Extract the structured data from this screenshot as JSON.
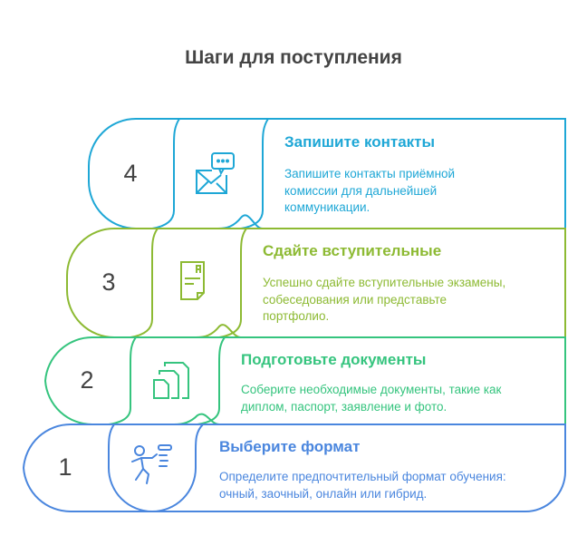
{
  "title": "Шаги для поступления",
  "steps": [
    {
      "number": "4",
      "title": "Запишите контакты",
      "desc_lines": [
        "Запишите контакты приёмной",
        "комиссии для дальнейшей",
        "коммуникации."
      ],
      "color": "#1EA7D6",
      "icon": "envelope-chat-icon"
    },
    {
      "number": "3",
      "title": "Сдайте вступительные",
      "desc_lines": [
        "Успешно сдайте вступительные экзамены,",
        "собеседования или представьте",
        "портфолио."
      ],
      "color": "#8DBA33",
      "icon": "document-grade-icon"
    },
    {
      "number": "2",
      "title": "Подготовьте документы",
      "desc_lines": [
        "Соберите необходимые документы, такие как",
        "диплом, паспорт, заявление и фото."
      ],
      "color": "#35C47E",
      "icon": "documents-stack-icon"
    },
    {
      "number": "1",
      "title": "Выберите формат",
      "desc_lines": [
        "Определите предпочтительный формат обучения:",
        "очный, заочный, онлайн или гибрид."
      ],
      "color": "#4A86DE",
      "icon": "person-running-icon"
    }
  ]
}
